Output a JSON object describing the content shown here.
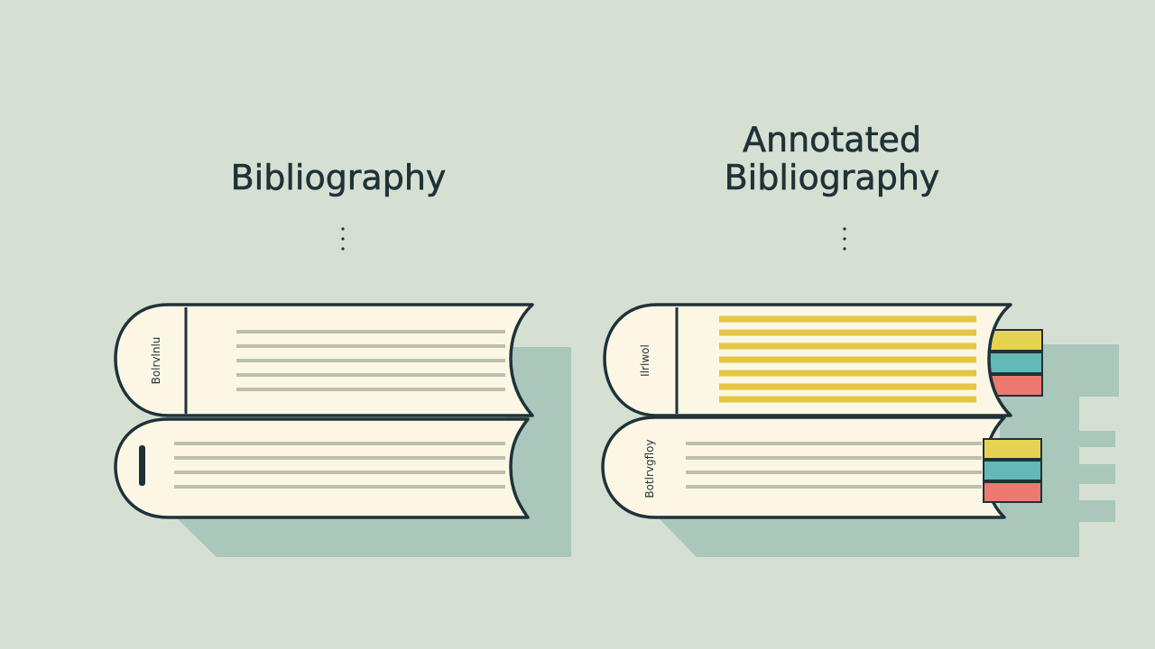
{
  "colors": {
    "background": "#d5e0d3",
    "shadow": "#a9c7bb",
    "page": "#fbf7e4",
    "outline": "#1f3238",
    "plain_line": "#bdbfb0",
    "highlight": "#e4c642",
    "tab_yellow": "#e7d352",
    "tab_teal": "#63b9b5",
    "tab_red": "#ec7a70"
  },
  "titles": {
    "left": "Bibliography",
    "right_line1": "Annotated",
    "right_line2": "Bibliography"
  },
  "books": {
    "left_top_spine": "Bolrvlnlu",
    "right_top_spine": "Ilrlwol",
    "right_bottom_spine": "Botlrvgfloy"
  },
  "icons": {
    "connector": "vertical-dots",
    "bookmark_tabs": "bookmark-tab-icon"
  }
}
